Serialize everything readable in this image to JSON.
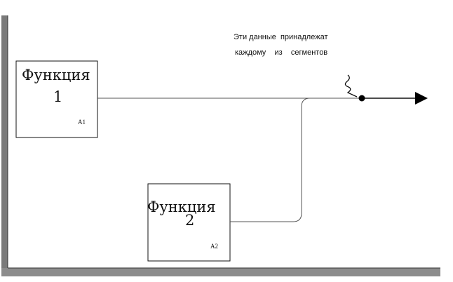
{
  "functions": [
    {
      "id": "f1",
      "title_line1": "Функция",
      "title_line2": "1",
      "code": "A1"
    },
    {
      "id": "f2",
      "title_line1": "Функция",
      "title_line2": "2",
      "code": "A2"
    }
  ],
  "annotation": {
    "line1": "Эти данные  принадлежат",
    "line2": "каждому    из    сегментов"
  },
  "colors": {
    "frame_shadow": "#7a7a7a",
    "line": "#555555",
    "box_border": "#111111",
    "arrow": "#000000"
  }
}
